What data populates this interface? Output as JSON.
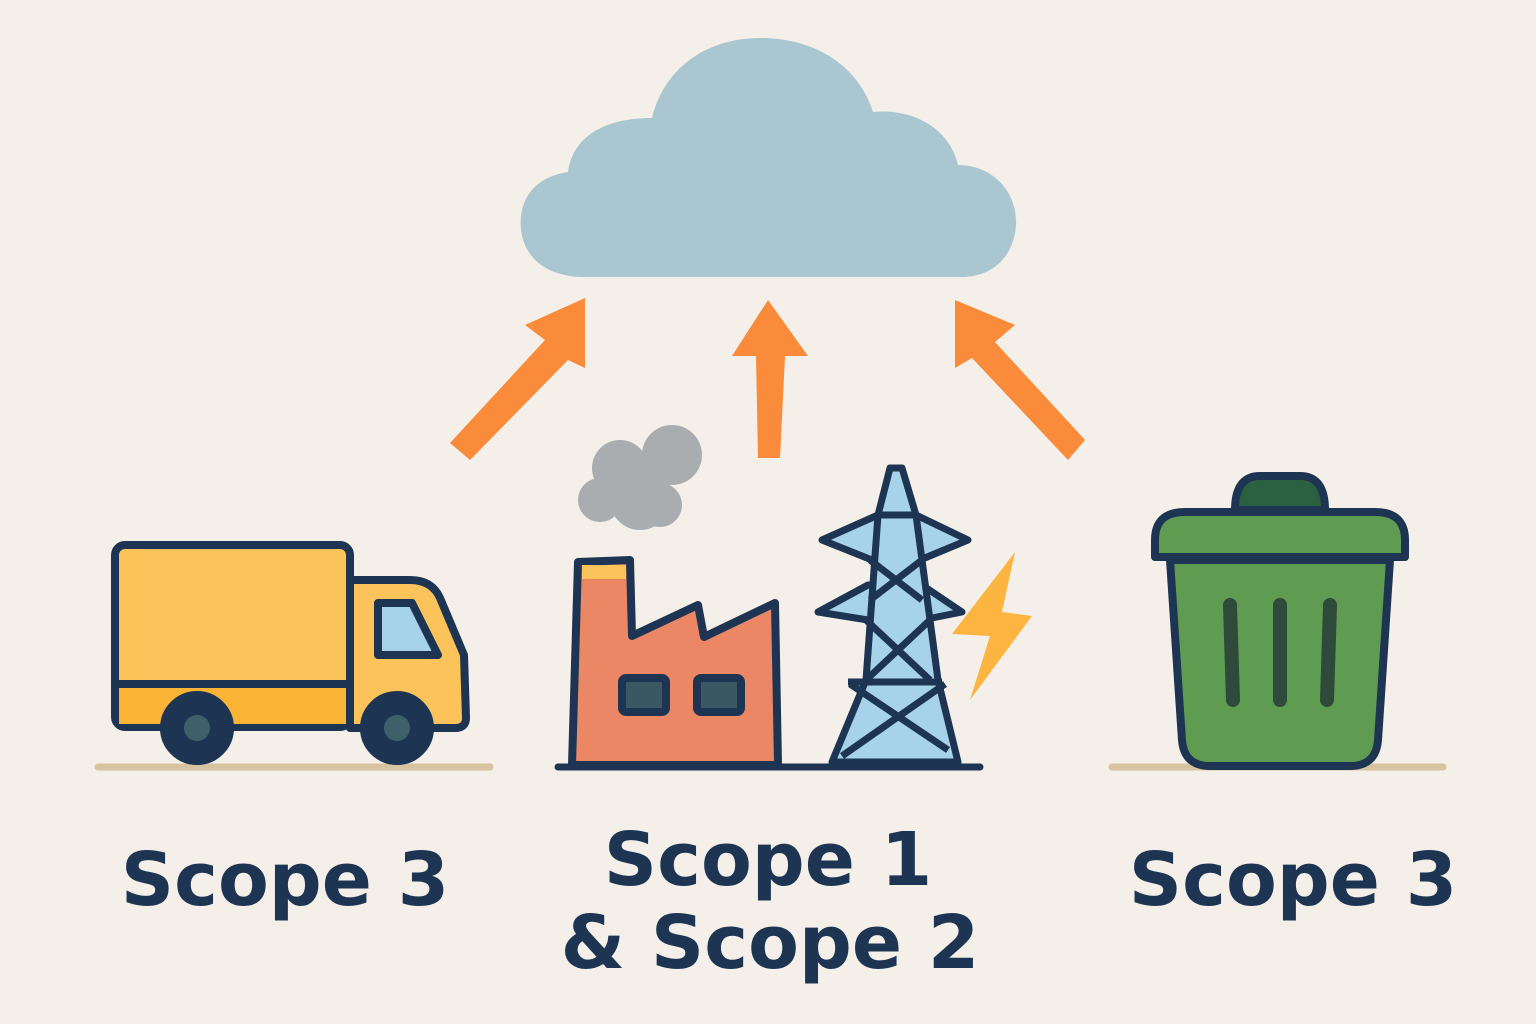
{
  "labels": {
    "left": "Scope 3",
    "center_line1": "Scope 1",
    "center_line2": "& Scope 2",
    "right": "Scope 3"
  },
  "icons": [
    "cloud-icon",
    "arrow-up-icon",
    "truck-icon",
    "factory-icon",
    "smoke-icon",
    "power-tower-icon",
    "lightning-icon",
    "trash-bin-icon"
  ],
  "colors": {
    "background": "#f4efe8",
    "cloud": "#a9c6d1",
    "arrow": "#f98b3a",
    "outline": "#1d3553",
    "truck": "#fcc35a",
    "factory": "#ec8766",
    "smoke": "#a9adb0",
    "tower": "#a7d3ea",
    "lightning": "#fbb540",
    "bin": "#5f9c52",
    "ground": "#d8c3a0"
  }
}
